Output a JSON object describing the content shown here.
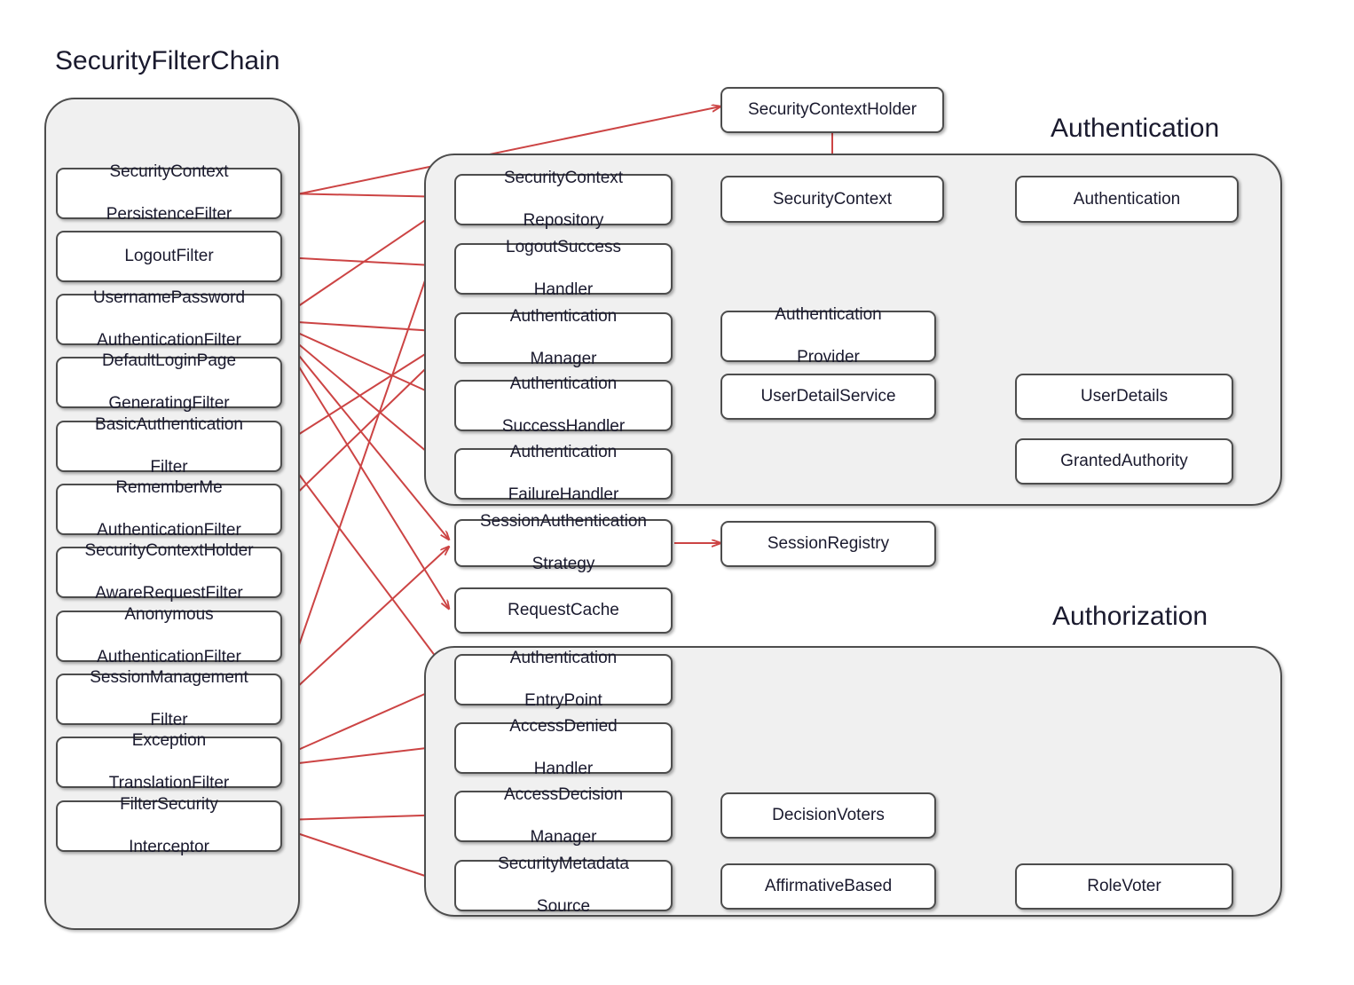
{
  "diagram": {
    "title": "Spring Security Architecture",
    "colors": {
      "arrow": "#cc4444",
      "flow": "#3d8fad",
      "panel_fill": "#f0f0f0",
      "node_fill": "#ffffff",
      "stroke": "#4d4d4d",
      "text": "#1a1a2e"
    }
  },
  "filter_chain": {
    "title": "SecurityFilterChain",
    "flow_up_icon": "arrow-up-icon",
    "flow_down_icon": "arrow-down-icon",
    "filters": [
      {
        "id": "security-context-persistence-filter",
        "lines": [
          "SecurityContext",
          "PersistenceFilter"
        ]
      },
      {
        "id": "logout-filter",
        "lines": [
          "LogoutFilter"
        ]
      },
      {
        "id": "username-password-authentication-filter",
        "lines": [
          "UsernamePassword",
          "AuthenticationFilter"
        ]
      },
      {
        "id": "default-login-page-generating-filter",
        "lines": [
          "DefaultLoginPage",
          "GeneratingFilter"
        ]
      },
      {
        "id": "basic-authentication-filter",
        "lines": [
          "BasicAuthentication",
          "Filter"
        ]
      },
      {
        "id": "remember-me-authentication-filter",
        "lines": [
          "RememberMe",
          "AuthenticationFilter"
        ]
      },
      {
        "id": "security-context-holder-aware-request-filter",
        "lines": [
          "SecurityContextHolder",
          "AwareRequestFilter"
        ]
      },
      {
        "id": "anonymous-authentication-filter",
        "lines": [
          "Anonymous",
          "AuthenticationFilter"
        ]
      },
      {
        "id": "session-management-filter",
        "lines": [
          "SessionManagement",
          "Filter"
        ]
      },
      {
        "id": "exception-translation-filter",
        "lines": [
          "Exception",
          "TranslationFilter"
        ]
      },
      {
        "id": "filter-security-interceptor",
        "lines": [
          "FilterSecurity",
          "Interceptor"
        ]
      }
    ]
  },
  "authentication": {
    "title": "Authentication",
    "nodes": [
      {
        "id": "security-context-repository",
        "lines": [
          "SecurityContext",
          "Repository"
        ]
      },
      {
        "id": "logout-success-handler",
        "lines": [
          "LogoutSuccess",
          "Handler"
        ]
      },
      {
        "id": "authentication-manager",
        "lines": [
          "Authentication",
          "Manager"
        ]
      },
      {
        "id": "authentication-success-handler",
        "lines": [
          "Authentication",
          "SuccessHandler"
        ]
      },
      {
        "id": "authentication-failure-handler",
        "lines": [
          "Authentication",
          "FailureHandler"
        ]
      },
      {
        "id": "security-context",
        "lines": [
          "SecurityContext"
        ]
      },
      {
        "id": "authentication",
        "lines": [
          "Authentication"
        ]
      },
      {
        "id": "authentication-provider",
        "lines": [
          "Authentication",
          "Provider"
        ]
      },
      {
        "id": "user-detail-service",
        "lines": [
          "UserDetailService"
        ]
      },
      {
        "id": "user-details",
        "lines": [
          "UserDetails"
        ]
      },
      {
        "id": "granted-authority",
        "lines": [
          "GrantedAuthority"
        ]
      }
    ]
  },
  "authorization": {
    "title": "Authorization",
    "nodes": [
      {
        "id": "authentication-entry-point",
        "lines": [
          "Authentication",
          "EntryPoint"
        ]
      },
      {
        "id": "access-denied-handler",
        "lines": [
          "AccessDenied",
          "Handler"
        ]
      },
      {
        "id": "access-decision-manager",
        "lines": [
          "AccessDecision",
          "Manager"
        ]
      },
      {
        "id": "security-metadata-source",
        "lines": [
          "SecurityMetadata",
          "Source"
        ]
      },
      {
        "id": "decision-voters",
        "lines": [
          "DecisionVoters"
        ]
      },
      {
        "id": "affirmative-based",
        "lines": [
          "AffirmativeBased"
        ]
      },
      {
        "id": "role-voter",
        "lines": [
          "RoleVoter"
        ]
      }
    ]
  },
  "standalone": {
    "nodes": [
      {
        "id": "security-context-holder",
        "lines": [
          "SecurityContextHolder"
        ]
      },
      {
        "id": "session-authentication-strategy",
        "lines": [
          "SessionAuthentication",
          "Strategy"
        ]
      },
      {
        "id": "session-registry",
        "lines": [
          "SessionRegistry"
        ]
      },
      {
        "id": "request-cache",
        "lines": [
          "RequestCache"
        ]
      }
    ]
  },
  "edges": [
    {
      "from": "security-context-persistence-filter",
      "to": "security-context-repository"
    },
    {
      "from": "security-context-persistence-filter",
      "to": "security-context-holder"
    },
    {
      "from": "security-context-holder",
      "to": "security-context"
    },
    {
      "from": "security-context",
      "to": "authentication"
    },
    {
      "from": "logout-filter",
      "to": "logout-success-handler"
    },
    {
      "from": "username-password-authentication-filter",
      "to": "authentication-manager"
    },
    {
      "from": "username-password-authentication-filter",
      "to": "authentication-success-handler"
    },
    {
      "from": "username-password-authentication-filter",
      "to": "authentication-failure-handler"
    },
    {
      "from": "username-password-authentication-filter",
      "to": "session-authentication-strategy"
    },
    {
      "from": "username-password-authentication-filter",
      "to": "request-cache"
    },
    {
      "from": "basic-authentication-filter",
      "to": "authentication-manager"
    },
    {
      "from": "basic-authentication-filter",
      "to": "authentication-entry-point"
    },
    {
      "from": "remember-me-authentication-filter",
      "to": "authentication-manager"
    },
    {
      "from": "session-management-filter",
      "to": "security-context-repository"
    },
    {
      "from": "session-management-filter",
      "to": "session-authentication-strategy"
    },
    {
      "from": "exception-translation-filter",
      "to": "authentication-entry-point"
    },
    {
      "from": "exception-translation-filter",
      "to": "access-denied-handler"
    },
    {
      "from": "filter-security-interceptor",
      "to": "access-decision-manager"
    },
    {
      "from": "filter-security-interceptor",
      "to": "security-metadata-source"
    },
    {
      "from": "authentication-manager",
      "to": "authentication-provider"
    },
    {
      "from": "user-detail-service",
      "to": "user-details"
    },
    {
      "from": "session-authentication-strategy",
      "to": "session-registry"
    },
    {
      "from": "access-decision-manager",
      "to": "decision-voters"
    },
    {
      "from": "affirmative-based",
      "to": "role-voter"
    }
  ]
}
